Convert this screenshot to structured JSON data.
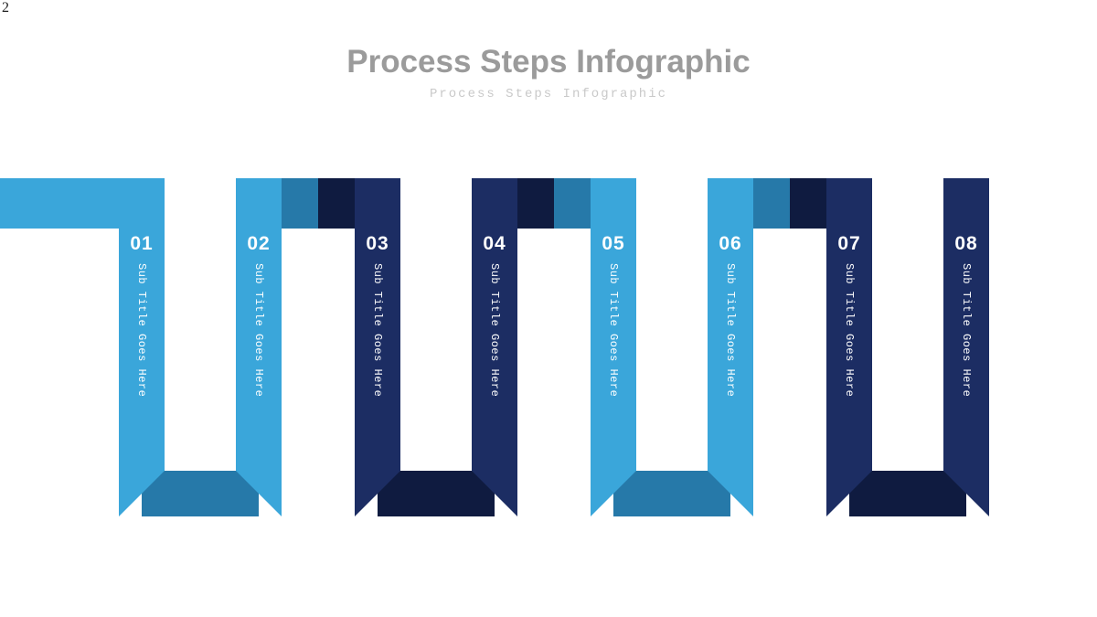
{
  "page": {
    "number": "2"
  },
  "header": {
    "title": "Process Steps Infographic",
    "subtitle": "Process Steps Infographic"
  },
  "colors": {
    "title_gray": "#9b9b9b",
    "subtitle_gray": "#c9c9c9",
    "text_on_ribbon": "#ffffff",
    "light": {
      "main": "#3aa6da",
      "shade": "#2679a9"
    },
    "navy": {
      "main": "#1c2d63",
      "shade": "#0f1b40"
    }
  },
  "steps": [
    {
      "number": "01",
      "label": "Sub Title Goes Here",
      "scheme": "light"
    },
    {
      "number": "02",
      "label": "Sub Title Goes Here",
      "scheme": "light"
    },
    {
      "number": "03",
      "label": "Sub Title Goes Here",
      "scheme": "navy"
    },
    {
      "number": "04",
      "label": "Sub Title Goes Here",
      "scheme": "navy"
    },
    {
      "number": "05",
      "label": "Sub Title Goes Here",
      "scheme": "light"
    },
    {
      "number": "06",
      "label": "Sub Title Goes Here",
      "scheme": "light"
    },
    {
      "number": "07",
      "label": "Sub Title Goes Here",
      "scheme": "navy"
    },
    {
      "number": "08",
      "label": "Sub Title Goes Here",
      "scheme": "navy"
    }
  ]
}
